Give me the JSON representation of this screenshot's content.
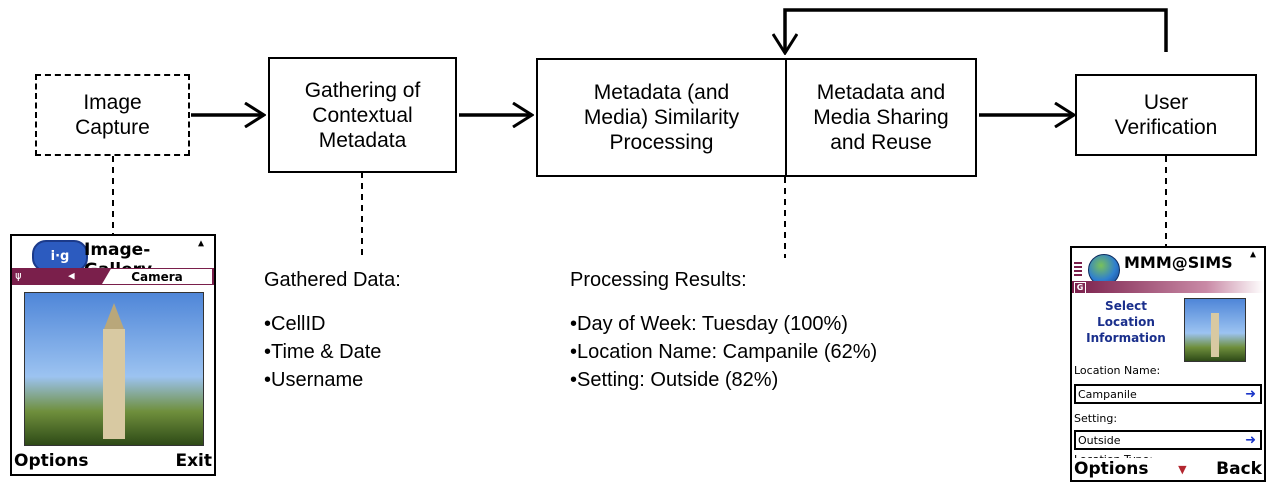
{
  "flow": {
    "image_capture": [
      "Image",
      "Capture"
    ],
    "gathering": [
      "Gathering of",
      "Contextual",
      "Metadata"
    ],
    "similarity": [
      "Metadata (and",
      "Media) Similarity",
      "Processing"
    ],
    "sharing": [
      "Metadata and",
      "Media Sharing",
      "and Reuse"
    ],
    "verification": [
      "User",
      "Verification"
    ]
  },
  "gathered": {
    "heading": "Gathered Data:",
    "items": [
      "CellID",
      "Time & Date",
      "Username"
    ]
  },
  "processing": {
    "heading": "Processing Results:",
    "items": [
      "Day of Week: Tuesday (100%)",
      "Location Name: Campanile (62%)",
      "Setting: Outside (82%)"
    ]
  },
  "phone_left": {
    "logo_text": "i·g",
    "title": "Image-Gallery",
    "tab": "Camera",
    "softkey_left": "Options",
    "softkey_right": "Exit"
  },
  "phone_right": {
    "title": "MMM@SIMS",
    "tab_letter": "G",
    "prompt": [
      "Select",
      "Location",
      "Information"
    ],
    "location_label": "Location Name:",
    "location_value": "Campanile",
    "setting_label": "Setting:",
    "setting_value": "Outside",
    "location_type_label": "Location Type:",
    "softkey_left": "Options",
    "softkey_right": "Back"
  },
  "colors": {
    "maroon": "#7a1f4b",
    "arrow_blue": "#1a35c9",
    "sky": "#6aa0e6"
  }
}
